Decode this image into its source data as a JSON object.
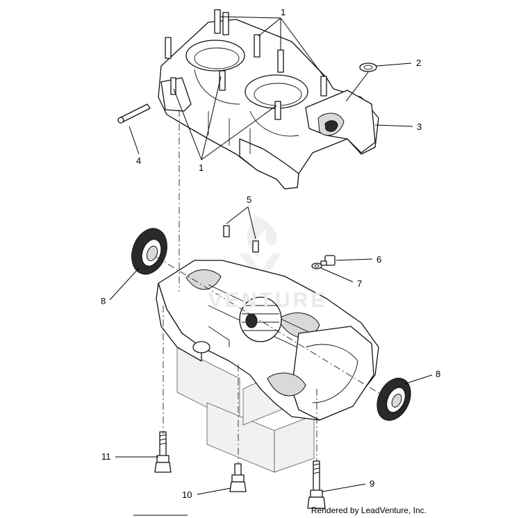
{
  "callouts": {
    "c1a": "1",
    "c1b": "1",
    "c2": "2",
    "c3": "3",
    "c4": "4",
    "c5": "5",
    "c6": "6",
    "c7": "7",
    "c8a": "8",
    "c8b": "8",
    "c9": "9",
    "c10": "10",
    "c11": "11"
  },
  "credit": "Rendered by LeadVenture, Inc.",
  "colors": {
    "line": "#111111",
    "shade": "#d9d9d9",
    "ghost": "#f1f1f1"
  }
}
